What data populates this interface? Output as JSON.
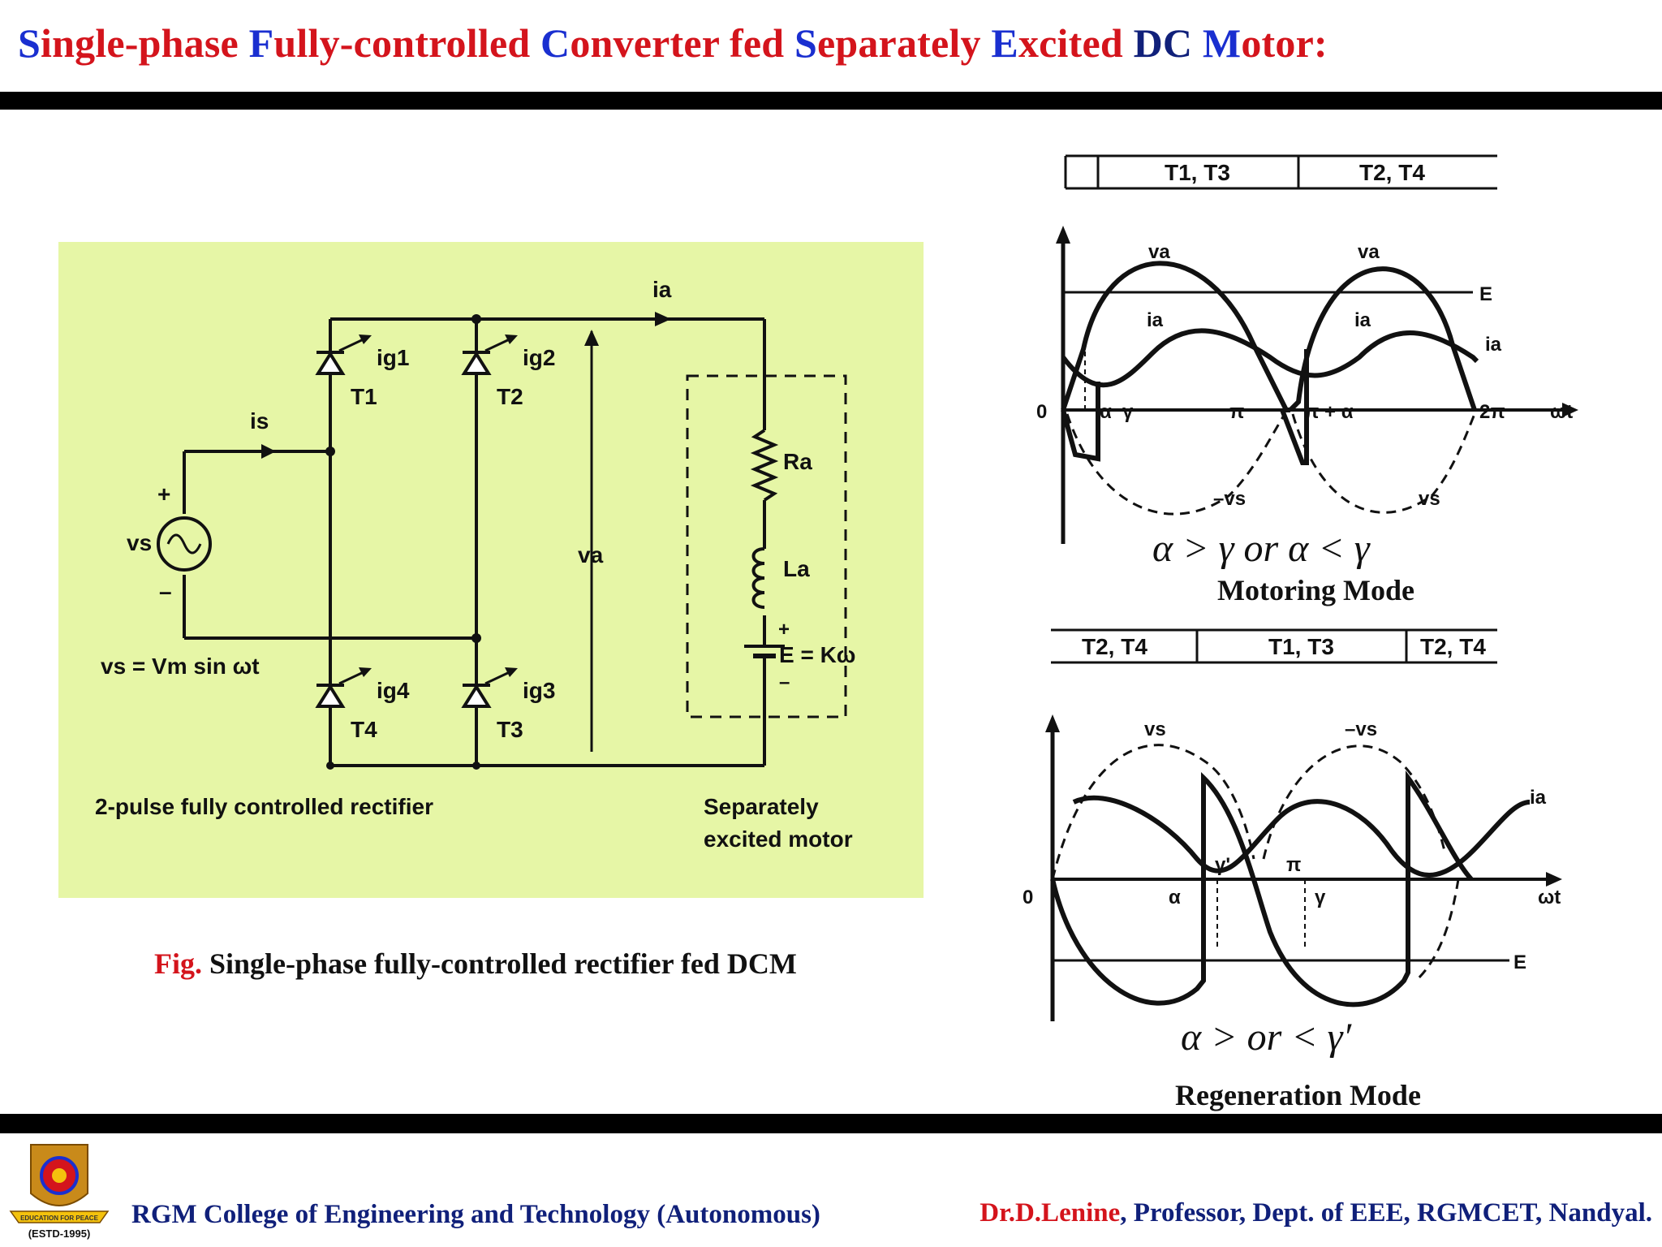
{
  "title": {
    "segments": [
      {
        "text": "S",
        "color": "blue"
      },
      {
        "text": "ingle-phase ",
        "color": "red"
      },
      {
        "text": "F",
        "color": "blue"
      },
      {
        "text": "ully-controlled ",
        "color": "red"
      },
      {
        "text": "C",
        "color": "blue"
      },
      {
        "text": "onverter fed ",
        "color": "red"
      },
      {
        "text": "S",
        "color": "blue"
      },
      {
        "text": "eparately ",
        "color": "red"
      },
      {
        "text": "E",
        "color": "blue"
      },
      {
        "text": "xcited ",
        "color": "red"
      },
      {
        "text": "DC ",
        "color": "navy"
      },
      {
        "text": "M",
        "color": "blue"
      },
      {
        "text": "otor:",
        "color": "red"
      }
    ]
  },
  "colors": {
    "red": "#d4141c",
    "blue": "#1a2fd0",
    "navy": "#10207a",
    "panel_bg": "#e6f6a6"
  },
  "circuit": {
    "labels": {
      "ia": "ia",
      "is": "is",
      "vs": "vs",
      "plus": "+",
      "minus": "–",
      "T1": "T1",
      "T2": "T2",
      "T3": "T3",
      "T4": "T4",
      "ig1": "ig1",
      "ig2": "ig2",
      "ig3": "ig3",
      "ig4": "ig4",
      "va": "va",
      "Ra": "Ra",
      "La": "La",
      "E": "E = Kω",
      "source_eq": "vs = Vm sin ωt",
      "rectifier": "2-pulse fully controlled rectifier",
      "motor_line1": "Separately",
      "motor_line2": "excited motor"
    }
  },
  "caption": {
    "fig": "Fig.",
    "text": " Single-phase fully-controlled rectifier fed DCM"
  },
  "motoring": {
    "conduction": [
      "T1, T3",
      "T2, T4"
    ],
    "labels": {
      "va1": "va",
      "va2": "va",
      "ia1": "ia",
      "ia2": "ia",
      "ia3": "ia",
      "E": "E",
      "zero": "0",
      "alpha": "α",
      "gamma": "γ",
      "pi": "π",
      "pi_alpha": "π + α",
      "two_pi": "2π",
      "wt": "ωt",
      "neg_vs": "–vs",
      "vs": "vs"
    },
    "condition": "α > γ  or α < γ",
    "mode": "Motoring Mode"
  },
  "regeneration": {
    "conduction": [
      "T2, T4",
      "T1, T3",
      "T2, T4"
    ],
    "labels": {
      "vs": "vs",
      "neg_vs": "–vs",
      "ia": "ia",
      "zero": "0",
      "alpha": "α",
      "gamma_p": "γ'",
      "pi": "π",
      "gamma": "γ",
      "wt": "ωt",
      "E": "E"
    },
    "condition": "α > or < γ′",
    "mode": "Regeneration Mode"
  },
  "footer": {
    "college": "RGM College of  Engineering and Technology (Autonomous)",
    "author_name": "Dr.D.Lenine",
    "author_rest": ", Professor, Dept. of  EEE, RGMCET, Nandyal.",
    "logo_text": "(ESTD-1995)",
    "logo_banner": "EDUCATION FOR PEACE"
  }
}
